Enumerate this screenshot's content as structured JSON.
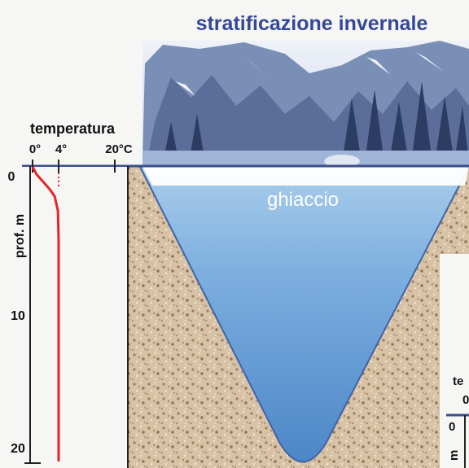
{
  "title": "stratificazione invernale",
  "temperature_axis": {
    "label": "temperatura",
    "ticks": [
      "0°",
      "4°",
      "20°C"
    ]
  },
  "depth_axis": {
    "label": "prof. m",
    "ticks": [
      "0",
      "10",
      "20"
    ]
  },
  "ice_label": "ghiaccio",
  "partial_panel": {
    "label_fragment": "te",
    "tick_fragment": "0",
    "depth_fragment": "0",
    "depth_label_fragment": "m"
  },
  "colors": {
    "title": "#34489a",
    "water_top": "#a9cdeb",
    "water_bottom": "#4d86c8",
    "soil": "#d7c2a6",
    "profile_line": "#e8222b",
    "axis": "#222222"
  },
  "profile": {
    "depth_m": [
      0,
      0.5,
      1,
      1.5,
      2,
      3,
      5,
      10,
      15,
      20
    ],
    "temperature_c": [
      0,
      0.6,
      1.6,
      2.6,
      3.4,
      3.9,
      4,
      4,
      4,
      4
    ]
  }
}
